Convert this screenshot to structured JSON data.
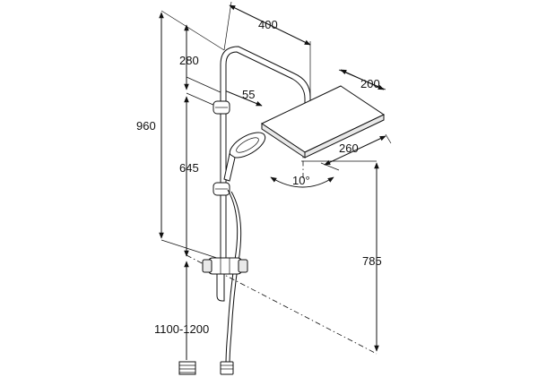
{
  "dimensions": {
    "overall_height": "960",
    "arm_length": "400",
    "rail_offset": "280",
    "arm_diameter": "55",
    "handheld_height": "645",
    "head_width": "200",
    "head_length": "260",
    "head_tilt": "10°",
    "head_height": "785",
    "mount_height": "1100-1200"
  }
}
